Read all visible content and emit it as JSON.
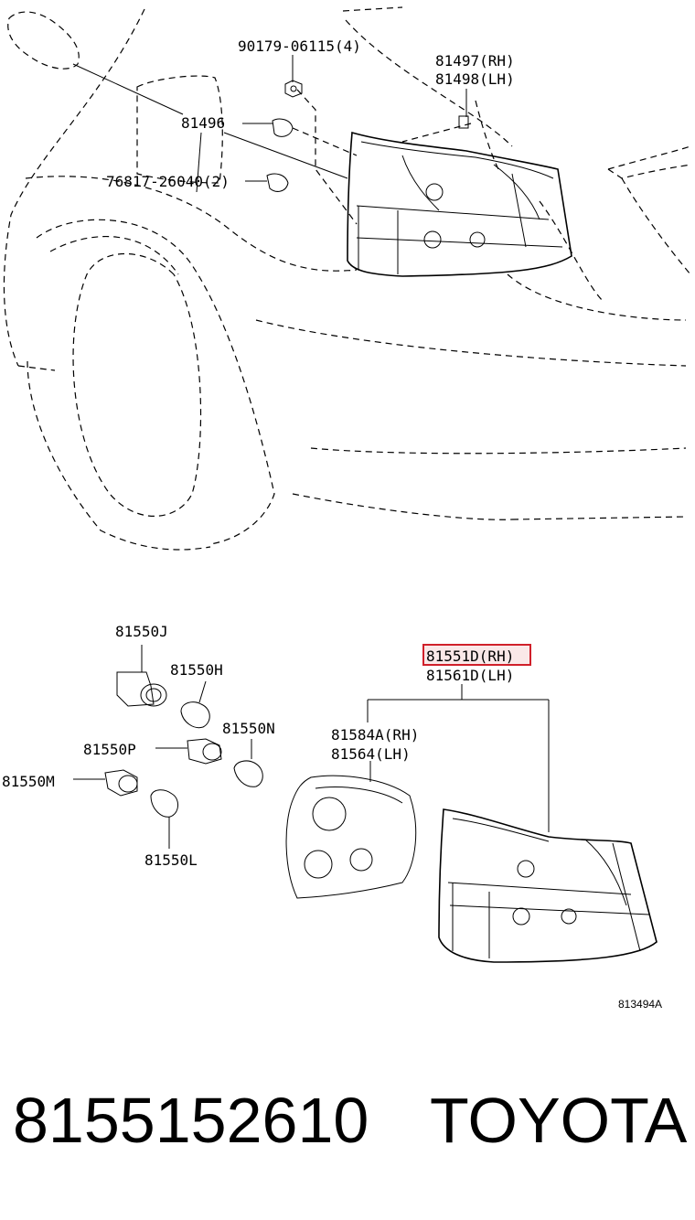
{
  "parts": {
    "p90179": "90179-06115(4)",
    "p81497": "81497(RH)",
    "p81498": "81498(LH)",
    "p81496": "81496",
    "p76817": "76817-26040(2)",
    "p81550J": "81550J",
    "p81550H": "81550H",
    "p81550N": "81550N",
    "p81550P": "81550P",
    "p81550M": "81550M",
    "p81550L": "81550L",
    "p81551D": "81551D(RH)",
    "p81561D": "81561D(LH)",
    "p81584A": "81584A(RH)",
    "p81564": "81564(LH)"
  },
  "diagram_ref": "813494A",
  "footer": {
    "part_number": "8155152610",
    "brand": "TOYOTA"
  },
  "colors": {
    "line": "#000000",
    "highlight_border": "#d0202a",
    "highlight_fill": "#f6d6d6"
  }
}
